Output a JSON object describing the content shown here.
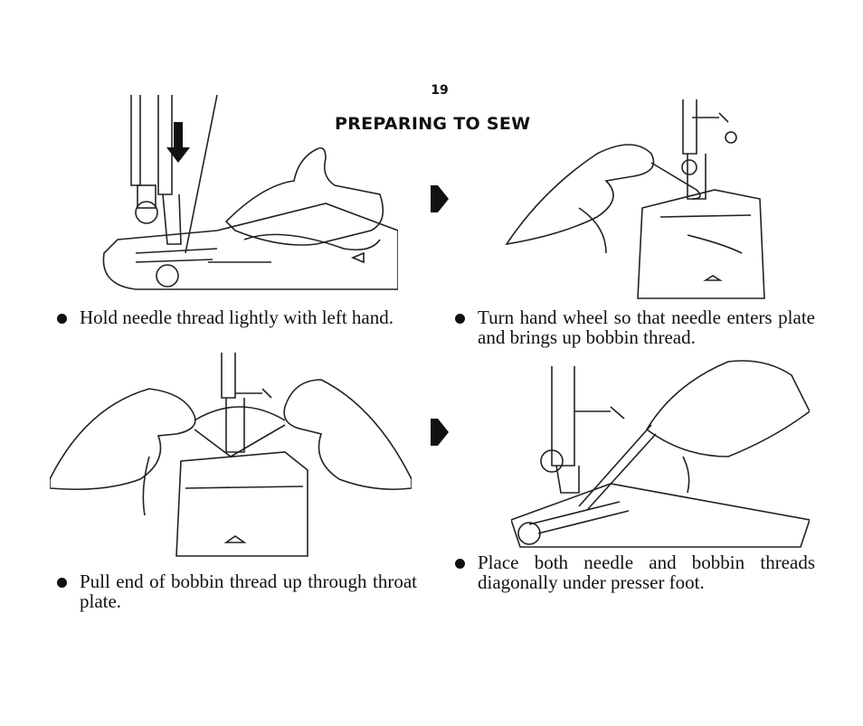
{
  "page": {
    "number": "19",
    "title": "PREPARING TO SEW"
  },
  "steps": [
    {
      "text": "Hold needle thread lightly with left hand."
    },
    {
      "text": "Turn hand wheel so that needle enters plate and brings up bobbin thread."
    },
    {
      "text": "Pull end of bobbin thread up through throat plate."
    },
    {
      "text": "Place both needle and bobbin threads diagonally under presser foot."
    }
  ],
  "icons": {
    "step_bullet": "filled-circle-bullet",
    "next_arrow": "right-arrow-pointer"
  }
}
